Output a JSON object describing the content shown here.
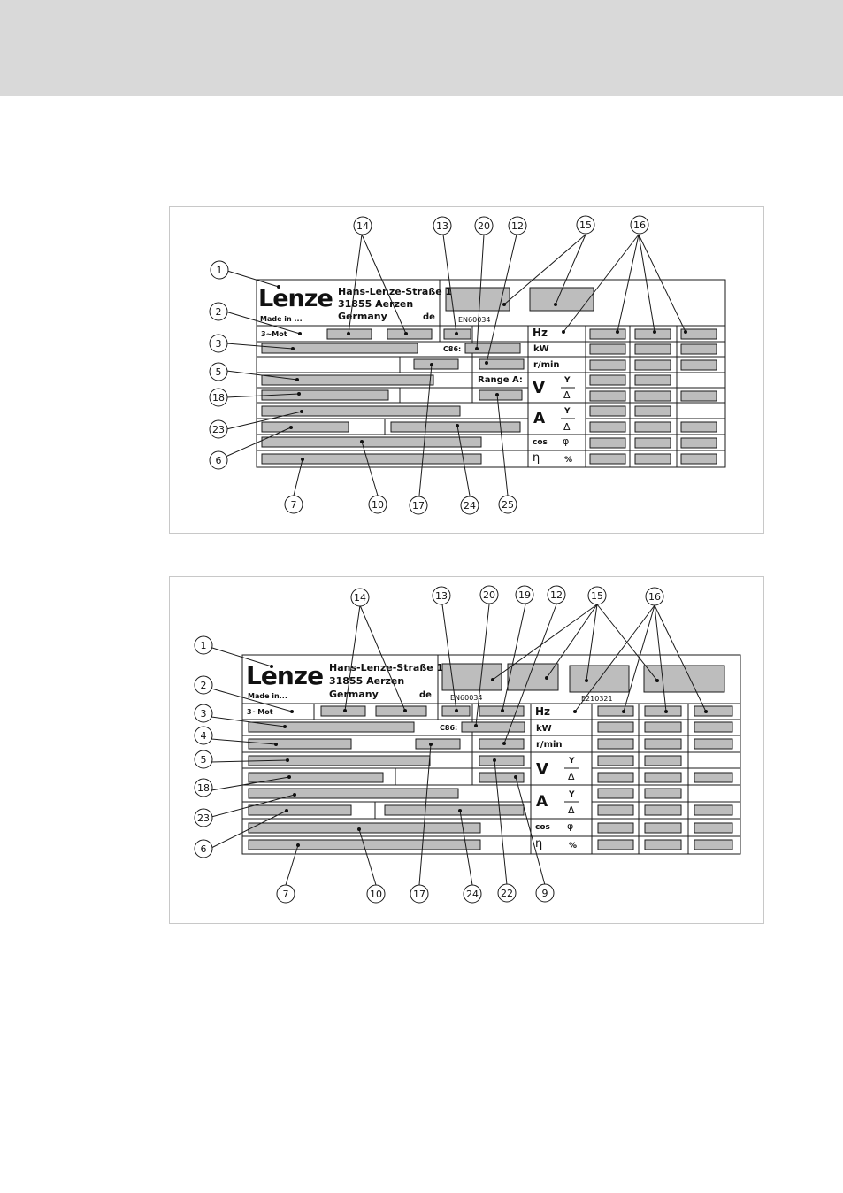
{
  "colors": {
    "header_band": "#d9d9d9",
    "panel_border": "#c8c8c8",
    "field_fill": "#bdbdbd",
    "line": "#1a1a1a"
  },
  "nameplate_text": {
    "brand": "Lenze",
    "address1": "Hans-Lenze-Straße 1",
    "address2": "31855 Aerzen",
    "country": "Germany",
    "made_in": "Made in ...",
    "made_in_2": "Made in...",
    "lang": "de",
    "phase": "3~Mot",
    "standard": "EN60034",
    "c86": "C86:",
    "range": "Range A:",
    "cert": "E210321",
    "hz": "Hz",
    "kw": "kW",
    "rpm": "r/min",
    "volt": "V",
    "amp": "A",
    "star": "Y",
    "delta": "Δ",
    "cos": "cos",
    "phi": "φ",
    "eta": "η",
    "percent": "%"
  },
  "figure1": {
    "callouts": [
      "1",
      "2",
      "3",
      "5",
      "18",
      "23",
      "6",
      "14",
      "13",
      "20",
      "12",
      "15",
      "16",
      "7",
      "10",
      "17",
      "24",
      "25"
    ]
  },
  "figure2": {
    "callouts": [
      "1",
      "2",
      "3",
      "4",
      "5",
      "18",
      "23",
      "6",
      "14",
      "13",
      "20",
      "19",
      "12",
      "15",
      "16",
      "7",
      "10",
      "17",
      "24",
      "22",
      "9"
    ]
  }
}
